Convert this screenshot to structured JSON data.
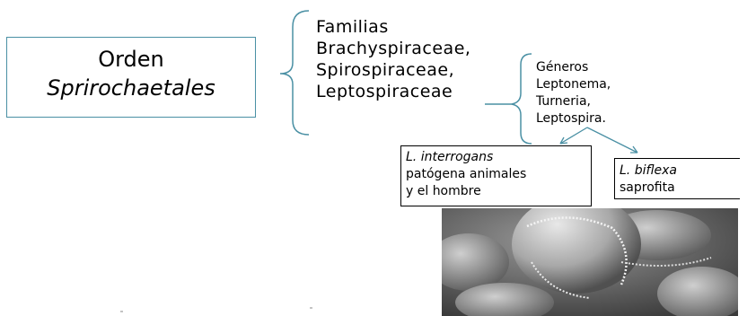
{
  "orden": {
    "line1": "Orden",
    "line2": "Sprirochaetales"
  },
  "familias": {
    "heading": "Familias",
    "items": [
      "Brachyspiraceae,",
      "Spirospiraceae,",
      "Leptospiraceae"
    ]
  },
  "generos": {
    "heading": "Géneros",
    "items": [
      "Leptonema,",
      "Turneria,",
      "Leptospira."
    ]
  },
  "interrogans": {
    "species": "L. interrogans",
    "line2": "patógena animales",
    "line3": "y el hombre"
  },
  "biflexa": {
    "species": "L. biflexa",
    "line2": "saprofita"
  },
  "colors": {
    "box_border": "#4a90a4",
    "bracket": "#4a90a4"
  }
}
